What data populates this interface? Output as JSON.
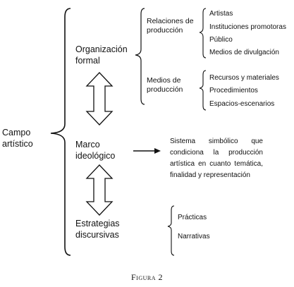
{
  "diagram": {
    "root": {
      "lines": [
        "Campo",
        "artístico"
      ]
    },
    "sections": {
      "organizacion": {
        "lines": [
          "Organización",
          "formal"
        ],
        "groups": {
          "relaciones": {
            "lines": [
              "Relaciones de",
              "producción"
            ],
            "items": [
              "Artistas",
              "Instituciones promotoras",
              "Público",
              "Medios de divulgación"
            ]
          },
          "medios": {
            "lines": [
              "Medios de",
              "producción"
            ],
            "items": [
              "Recursos y materiales",
              "Procedimientos",
              "Espacios-escenarios"
            ]
          }
        }
      },
      "marco": {
        "lines": [
          "Marco",
          "ideológico"
        ],
        "description": [
          "Sistema simbólico que",
          "condiciona la producción",
          "artística en cuanto temática,",
          "finalidad y representación"
        ]
      },
      "estrategias": {
        "lines": [
          "Estrategias",
          "discursivas"
        ],
        "items": [
          "Prácticas",
          "Narrativas"
        ]
      }
    }
  },
  "caption": "Figura 2"
}
